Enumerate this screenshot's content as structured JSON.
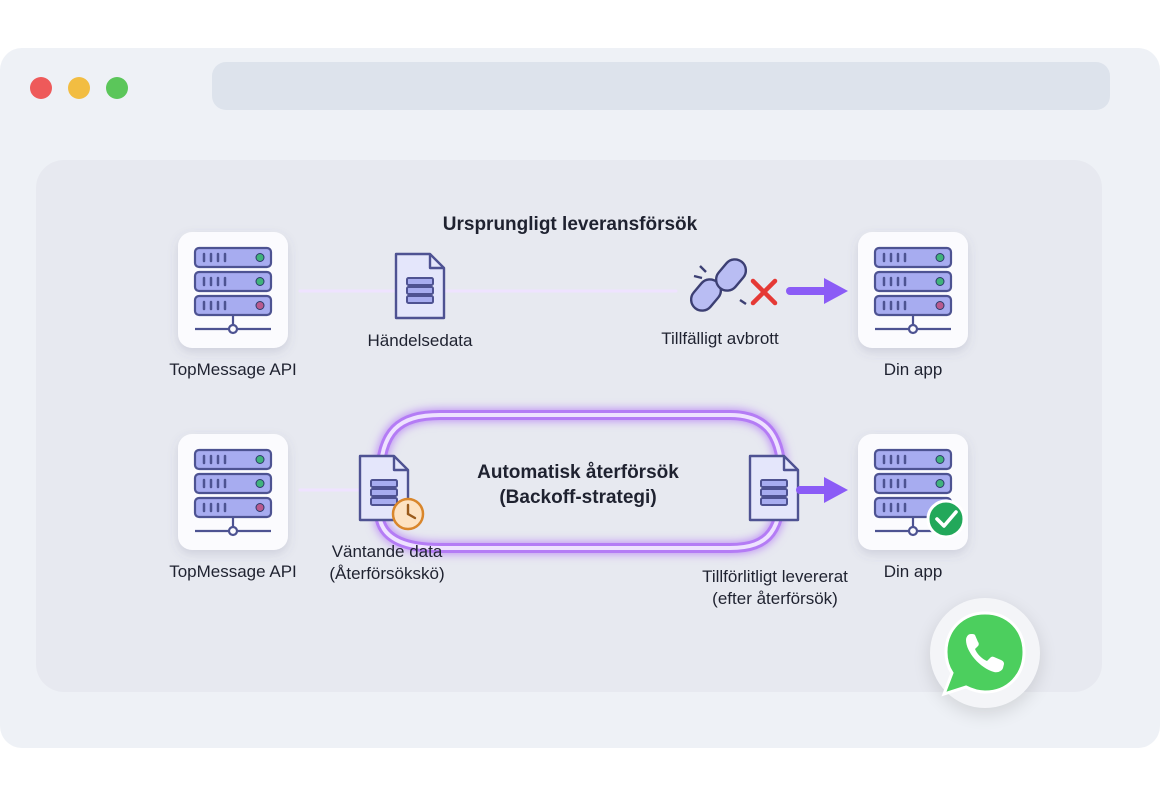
{
  "window": {
    "controls": [
      "close",
      "minimize",
      "maximize"
    ]
  },
  "diagram": {
    "top": {
      "title": "Ursprungligt leveransförsök",
      "source_label": "TopMessage API",
      "payload_label": "Händelsedata",
      "error_label": "Tillfälligt avbrott",
      "target_label": "Din app"
    },
    "bottom": {
      "title_line1": "Automatisk återförsök",
      "title_line2": "(Backoff-strategi)",
      "source_label": "TopMessage API",
      "queue_line1": "Väntande data",
      "queue_line2": "(Återförsökskö)",
      "delivered_line1": "Tillförlitligt levererat",
      "delivered_line2": "(efter återförsök)",
      "target_label": "Din app"
    }
  },
  "colors": {
    "accent": "#8b5cf6",
    "server": "#7b7fc4",
    "error": "#e53935",
    "success": "#22a85a",
    "whatsapp": "#4ccf5e"
  },
  "icons": [
    "server-icon",
    "document-icon",
    "broken-link-icon",
    "x-icon",
    "clock-icon",
    "check-icon",
    "whatsapp-icon"
  ]
}
